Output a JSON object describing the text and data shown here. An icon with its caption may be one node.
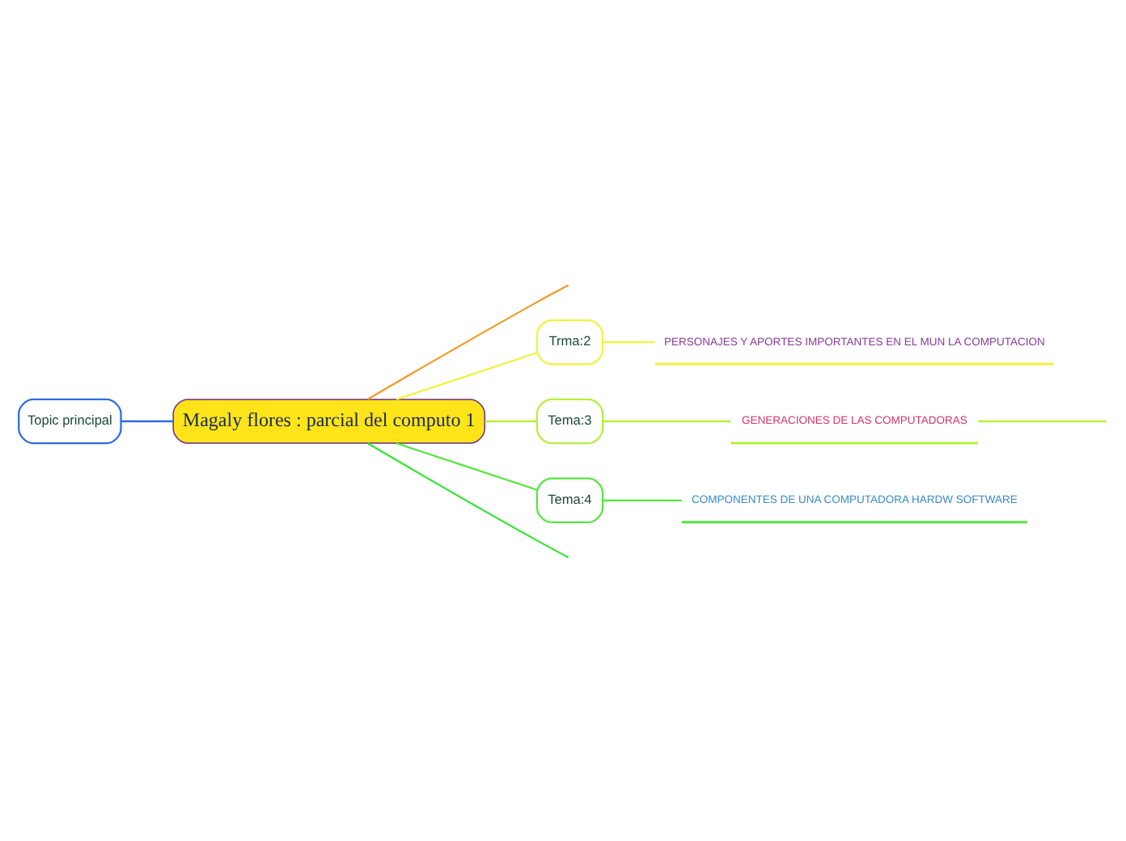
{
  "diagram": {
    "nodes": [
      {
        "text": [
          "Magaly flores : parcial del computo 1"
        ]
      },
      {
        "text": [
          "Topic principal"
        ]
      },
      {
        "text": [
          "Trma:2"
        ]
      },
      {
        "text": [
          "Tema:3"
        ]
      },
      {
        "text": [
          "Tema:4"
        ]
      },
      {
        "text": [
          "PERSONAJES Y APORTES IMPORTANTES EN EL MUN LA COMPUTACION"
        ]
      },
      {
        "text": [
          "GENERACIONES DE LAS COMPUTADORAS"
        ]
      },
      {
        "text": [
          "COMPONENTES DE UNA COMPUTADORA HARDW SOFTWARE"
        ]
      }
    ],
    "edges": [
      {
        "from": 0,
        "to": null,
        "arrow": "none",
        "color": "#f59a23"
      },
      {
        "from": 0,
        "to": 2,
        "arrow": "none",
        "color": "#f2f23a"
      },
      {
        "from": 2,
        "to": 5,
        "arrow": "none",
        "color": "#f2f23a"
      },
      {
        "from": 1,
        "to": 0,
        "arrow": "none",
        "color": "#2d6be6"
      },
      {
        "from": 0,
        "to": 3,
        "arrow": "none",
        "color": "#b4f03c"
      },
      {
        "from": 3,
        "to": 6,
        "arrow": "none",
        "color": "#b4f03c"
      },
      {
        "from": 6,
        "to": null,
        "arrow": "none",
        "color": "#b4f03c"
      },
      {
        "from": 0,
        "to": 4,
        "arrow": "none",
        "color": "#55e640"
      },
      {
        "from": 4,
        "to": 7,
        "arrow": "none",
        "color": "#55e640"
      },
      {
        "from": 0,
        "to": null,
        "arrow": "none",
        "color": "#33e633"
      }
    ]
  }
}
